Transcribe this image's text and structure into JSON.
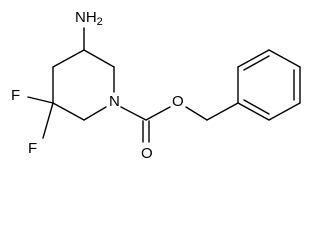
{
  "molecule": {
    "atoms": {
      "amine": {
        "text": "NH",
        "subscript": "2"
      },
      "fluorine_1": {
        "text": "F"
      },
      "fluorine_2": {
        "text": "F"
      },
      "ring_nitrogen": {
        "text": "N"
      },
      "ester_oxygen": {
        "text": "O"
      },
      "carbonyl_oxygen": {
        "text": "O"
      }
    }
  }
}
